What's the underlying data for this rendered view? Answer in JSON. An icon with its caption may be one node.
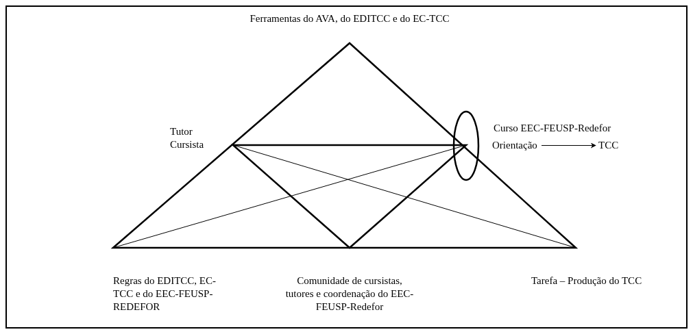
{
  "diagram": {
    "nodes": [
      {
        "text": [
          "Orientação"
        ]
      },
      {
        "text": [
          "TCC"
        ]
      }
    ],
    "edges": [
      {
        "from": 0,
        "to": 1,
        "arrow": "to"
      }
    ],
    "labels": [
      "Ferramentas do AVA, do EDITCC e do EC-TCC",
      "Tutor Cursista",
      "Curso EEC-FEUSP-Redefor",
      "Regras do EDITCC, EC-TCC e do EEC-FEUSP-REDEFOR",
      "Comunidade de cursistas, tutores e coordenação do EEC-FEUSP-Redefor",
      "Tarefa – Produção do TCC"
    ]
  }
}
